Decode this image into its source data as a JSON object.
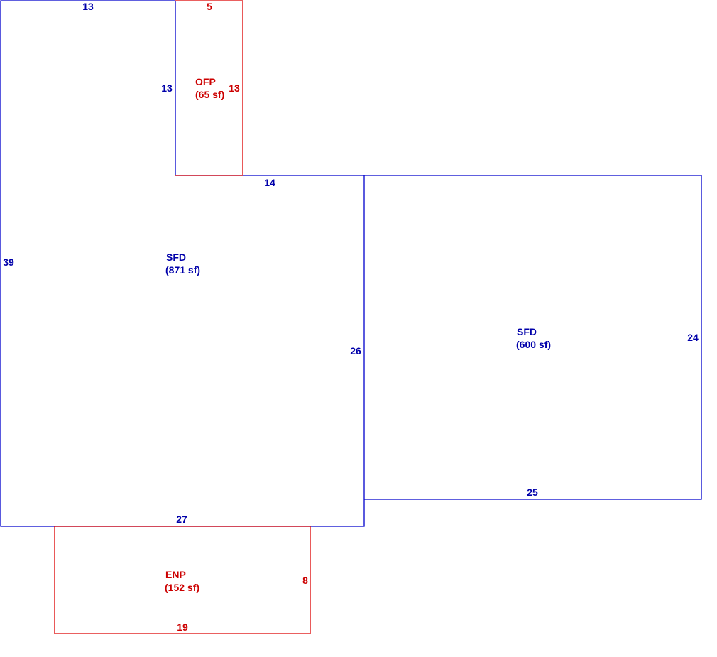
{
  "colors": {
    "living": "#0000cc",
    "porch": "#dd0000"
  },
  "areas": {
    "sfd_left": {
      "code": "SFD",
      "area": "(871 sf)"
    },
    "sfd_right": {
      "code": "SFD",
      "area": "(600 sf)"
    },
    "ofp": {
      "code": "OFP",
      "area": "(65 sf)"
    },
    "enp": {
      "code": "ENP",
      "area": "(152 sf)"
    }
  },
  "dimensions": {
    "sfd_left_top": "13",
    "sfd_left_inner_side": "13",
    "sfd_left_step": "14",
    "sfd_left_side": "39",
    "sfd_left_right_side": "26",
    "sfd_left_bottom": "27",
    "sfd_right_side": "24",
    "sfd_right_bottom": "25",
    "ofp_top": "5",
    "ofp_side": "13",
    "enp_side": "8",
    "enp_bottom": "19"
  }
}
